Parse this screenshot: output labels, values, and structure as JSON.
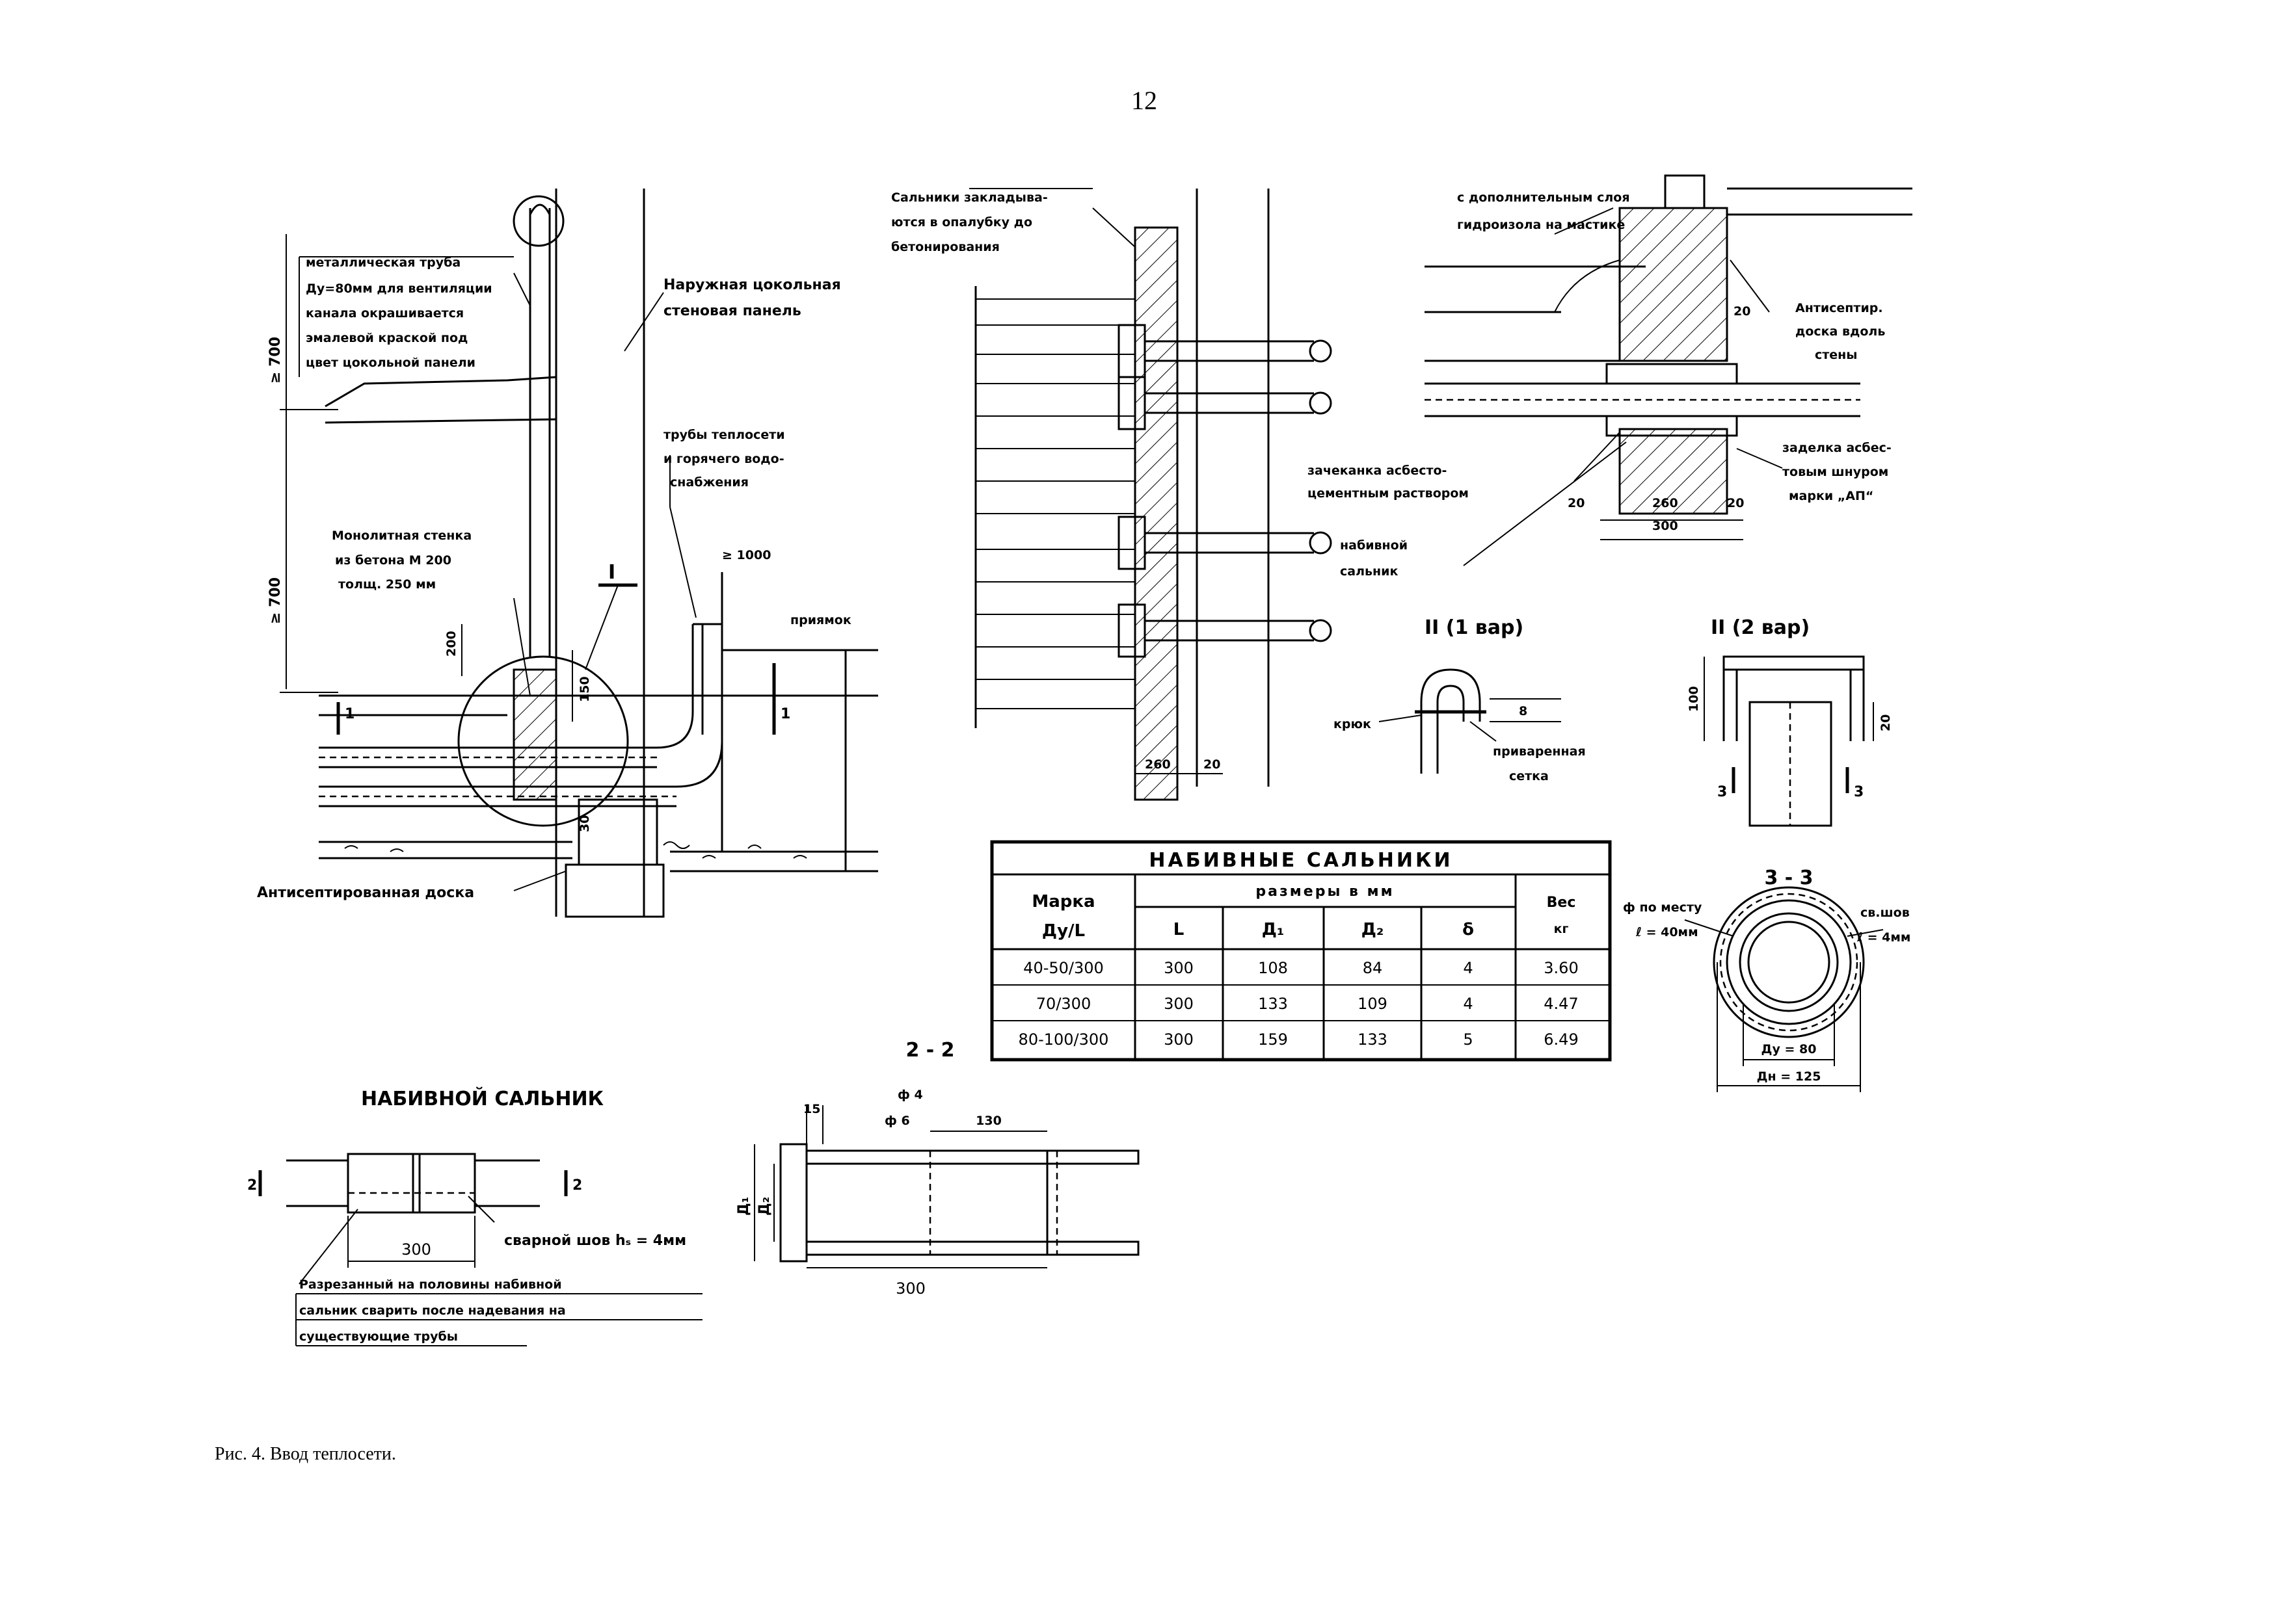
{
  "page_number": "12",
  "caption": "Рис. 4. Ввод теплосети.",
  "main_section": {
    "vent_pipe_note": [
      "металлическая труба",
      "Ду=80мм для вентиляции",
      "канала окрашивается",
      "эмалевой краской под",
      "цвет цокольной панели"
    ],
    "dim_700_top": "≥ 700",
    "dim_700_mid": "≥ 700",
    "panel_note": [
      "Наружная цокольная",
      "стеновая панель"
    ],
    "pipes_note": [
      "трубы теплосети",
      "и горячего водо-",
      "снабжения"
    ],
    "wall_note": [
      "Монолитная стенка",
      "из бетона M 200",
      "толщ. 250 мм"
    ],
    "dim_1000": "≥ 1000",
    "pit_label": "приямок",
    "node_I": "I",
    "dim_200": "200",
    "dim_150": "150",
    "dim_30": "30",
    "section_1_left": "1",
    "section_1_right": "1",
    "board_note": "Антисептированная доска"
  },
  "middle_section": {
    "note": [
      "Сальники закладыва-",
      "ются в опалубку до",
      "бетонирования"
    ],
    "dim_260": "260",
    "dim_20": "20"
  },
  "right_section": {
    "waterproof_note": [
      "с дополнительным слоя",
      "гидроизола на мастике"
    ],
    "board_note": [
      "Антисептир.",
      "доска вдоль",
      "стены"
    ],
    "caulk_note": [
      "зачеканка асбесто-",
      "цементным раствором"
    ],
    "stuffed_gland": [
      "набивной",
      "сальник"
    ],
    "seal_note": [
      "заделка асбес-",
      "товым шнуром",
      "марки „АП“"
    ],
    "dim_20a": "20",
    "dim_20b": "20",
    "dim_20c": "20",
    "dim_260": "260",
    "dim_300": "300"
  },
  "detail_II_1": {
    "title": "II (1 вар)",
    "hook": "крюк",
    "mesh": [
      "приваренная",
      "сетка"
    ],
    "dim_8": "8"
  },
  "detail_II_2": {
    "title": "II (2 вар)",
    "dim_100": "100",
    "dim_20": "20",
    "sec_3_left": "3",
    "sec_3_right": "3"
  },
  "table": {
    "title": "НАБИВНЫЕ САЛЬНИКИ",
    "col_mark": [
      "Марка",
      "Ду/L"
    ],
    "col_sizes": "размеры в мм",
    "col_weight": [
      "Вес",
      "кг"
    ],
    "sub_headers": [
      "L",
      "Д₁",
      "Д₂",
      "δ"
    ],
    "rows": [
      [
        "40-50/300",
        "300",
        "108",
        "84",
        "4",
        "3.60"
      ],
      [
        "70/300",
        "300",
        "133",
        "109",
        "4",
        "4.47"
      ],
      [
        "80-100/300",
        "300",
        "159",
        "133",
        "5",
        "6.49"
      ]
    ]
  },
  "section_3_3": {
    "title": "3 - 3",
    "left_note": [
      "ф по месту",
      "ℓ = 40мм"
    ],
    "right_note": [
      "св.шов",
      "ℓ = 4мм"
    ],
    "dy": "Ду = 80",
    "dn": "Дн = 125"
  },
  "stuffed_gland_detail": {
    "title": "НАБИВНОЙ САЛЬНИК",
    "sec_2_left": "2",
    "sec_2_right": "2",
    "weld_note": "сварной шов hₛ = 4мм",
    "dim_300": "300",
    "cut_note": [
      "Разрезанный на половины набивной",
      "сальник сварить после надевания на",
      "существующие трубы"
    ]
  },
  "section_2_2": {
    "title": "2 - 2",
    "dim_15": "15",
    "phi_4": "ф 4",
    "phi_6": "ф 6",
    "dim_130": "130",
    "d1": "Д₁",
    "d2": "Д₂",
    "dim_300": "300"
  }
}
